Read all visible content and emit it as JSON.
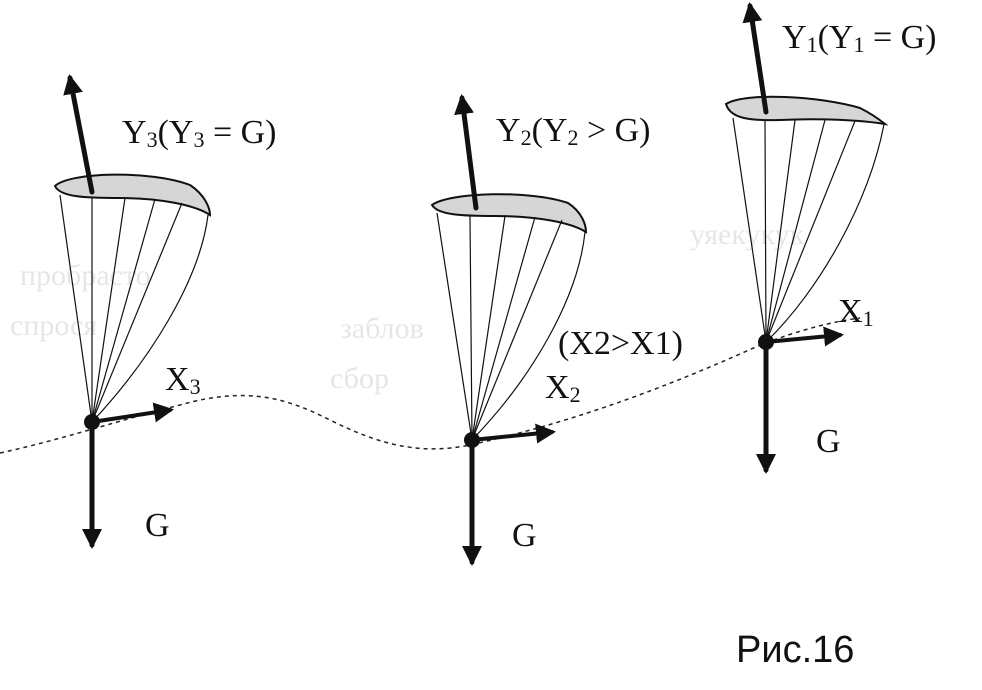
{
  "figure": {
    "caption": "Рис.16",
    "trajectory_label": "(X2>X1)",
    "gliders": [
      {
        "id": "3",
        "lift_label": {
          "main": "Y",
          "sub": "3",
          "rest": "(Y",
          "sub2": "3",
          "tail": " = G)"
        },
        "drag_label": {
          "main": "X",
          "sub": "3"
        },
        "weight_label": "G"
      },
      {
        "id": "2",
        "lift_label": {
          "main": "Y",
          "sub": "2",
          "rest": "(Y",
          "sub2": "2",
          "tail": " > G)"
        },
        "drag_label": {
          "main": "X",
          "sub": "2"
        },
        "weight_label": "G"
      },
      {
        "id": "1",
        "lift_label": {
          "main": "Y",
          "sub": "1",
          "rest": "(Y",
          "sub2": "1",
          "tail": " = G)"
        },
        "drag_label": {
          "main": "X",
          "sub": "1"
        },
        "weight_label": "G"
      }
    ]
  }
}
